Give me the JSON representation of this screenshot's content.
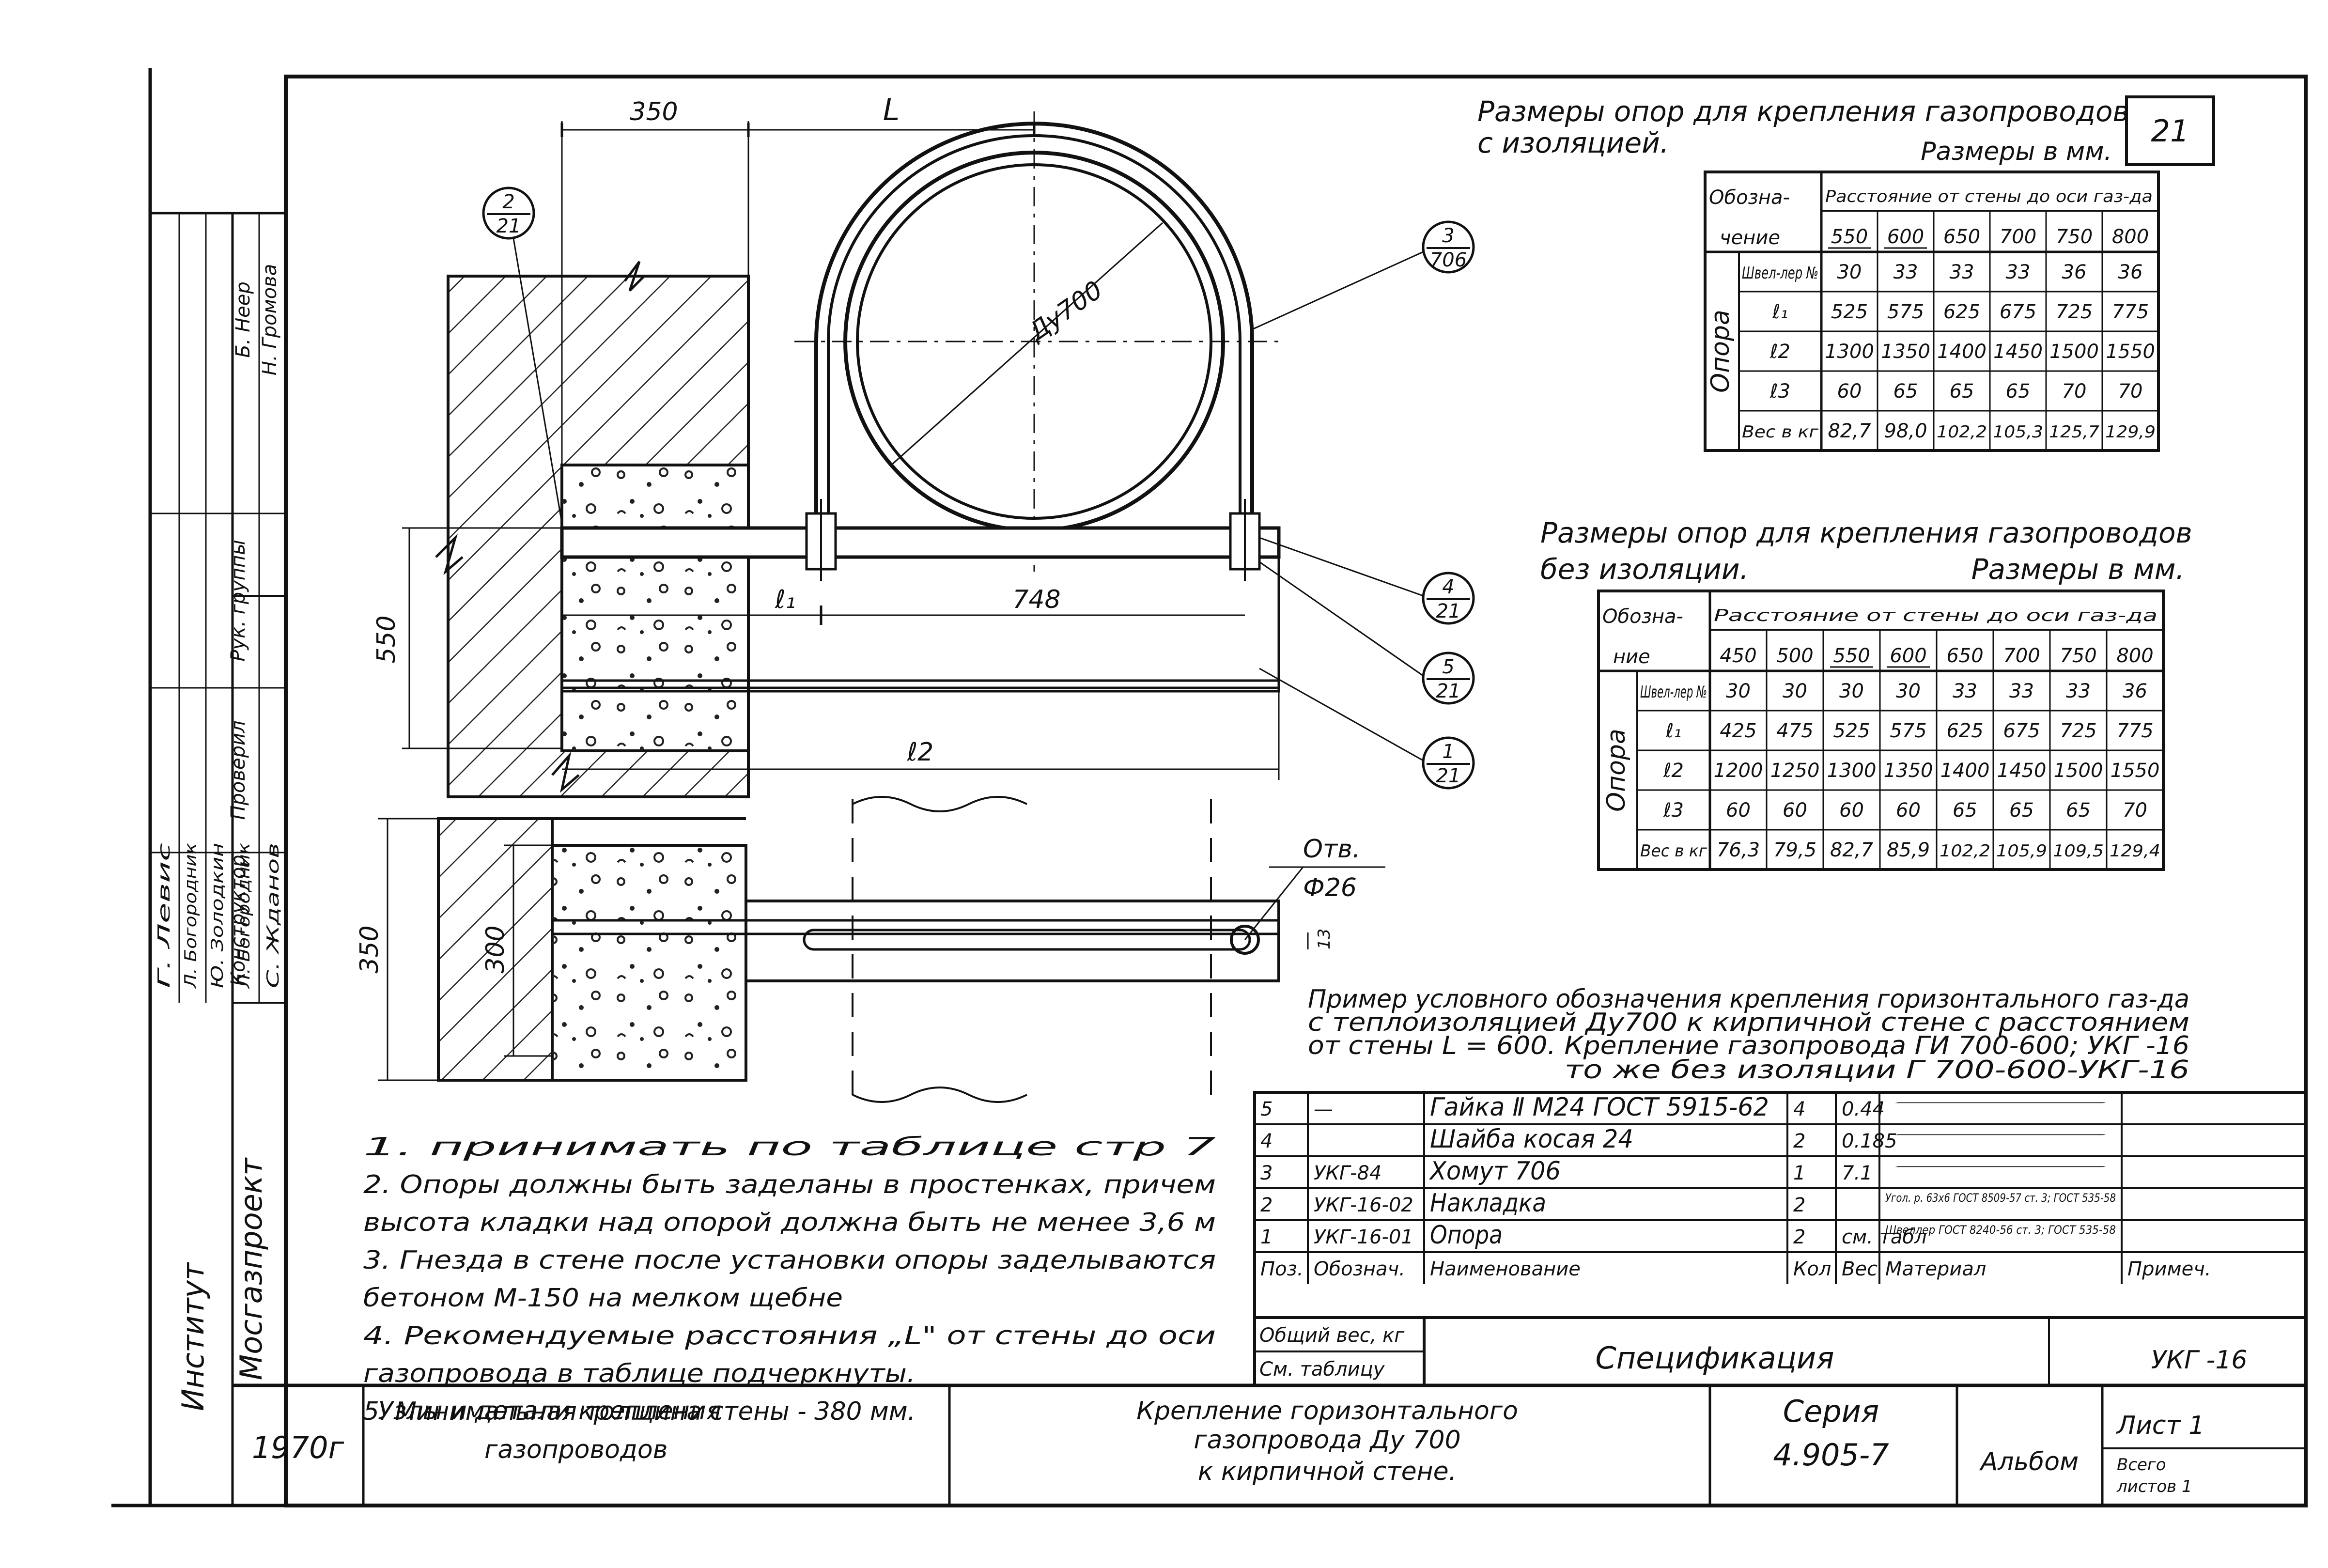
{
  "sheet_no": "21",
  "dims": {
    "top_350": "350",
    "top_L": "L",
    "dn_label": "Ду700",
    "h_550": "550",
    "l1": "ℓ₁",
    "w_748": "748",
    "l2": "ℓ2",
    "h_350": "350",
    "h_300": "300",
    "hole_label": "Отв.",
    "hole_dia": "Ф26",
    "small_13": "13"
  },
  "callouts": {
    "c2_21": {
      "top": "2",
      "bottom": "21"
    },
    "c3_706": {
      "top": "3",
      "bottom": "706"
    },
    "c4_21": {
      "top": "4",
      "bottom": "21"
    },
    "c5_21": {
      "top": "5",
      "bottom": "21"
    },
    "c1_21": {
      "top": "1",
      "bottom": "21"
    }
  },
  "table1": {
    "title_line1": "Размеры опор для крепления газопроводов",
    "title_line2": "с изоляцией.",
    "units": "Размеры в мм.",
    "col_head_left": "Обозна-",
    "col_head_left2": "чение",
    "col_head_span": "Расстояние от стены до оси газ-да",
    "distances": [
      "550",
      "600",
      "650",
      "700",
      "750",
      "800"
    ],
    "group": "Опора",
    "rows": [
      {
        "label": "Швел-лер №",
        "values": [
          "30",
          "33",
          "33",
          "33",
          "36",
          "36"
        ]
      },
      {
        "label": "ℓ₁",
        "values": [
          "525",
          "575",
          "625",
          "675",
          "725",
          "775"
        ]
      },
      {
        "label": "ℓ2",
        "values": [
          "1300",
          "1350",
          "1400",
          "1450",
          "1500",
          "1550"
        ]
      },
      {
        "label": "ℓ3",
        "values": [
          "60",
          "65",
          "65",
          "65",
          "70",
          "70"
        ]
      },
      {
        "label": "Вес в кг",
        "values": [
          "82,7",
          "98,0",
          "102,2",
          "105,3",
          "125,7",
          "129,9"
        ]
      }
    ]
  },
  "table2": {
    "title_line1": "Размеры опор для крепления газопроводов",
    "title_line2": "без изоляции.",
    "units": "Размеры в мм.",
    "col_head_left": "Обозна-",
    "col_head_left2": "ние",
    "col_head_span": "Расстояние от стены до оси газ-да",
    "distances": [
      "450",
      "500",
      "550",
      "600",
      "650",
      "700",
      "750",
      "800"
    ],
    "group": "Опора",
    "rows": [
      {
        "label": "Швел-лер №",
        "values": [
          "30",
          "30",
          "30",
          "30",
          "33",
          "33",
          "33",
          "36"
        ]
      },
      {
        "label": "ℓ₁",
        "values": [
          "425",
          "475",
          "525",
          "575",
          "625",
          "675",
          "725",
          "775"
        ]
      },
      {
        "label": "ℓ2",
        "values": [
          "1200",
          "1250",
          "1300",
          "1350",
          "1400",
          "1450",
          "1500",
          "1550"
        ]
      },
      {
        "label": "ℓ3",
        "values": [
          "60",
          "60",
          "60",
          "60",
          "65",
          "65",
          "65",
          "70"
        ]
      },
      {
        "label": "Вес в кг",
        "values": [
          "76,3",
          "79,5",
          "82,7",
          "85,9",
          "102,2",
          "105,9",
          "109,5",
          "129,4"
        ]
      }
    ]
  },
  "example": {
    "line1": "Пример условного обозначения крепления горизонтального газ-да",
    "line2": "с теплоизоляцией Ду700 к кирпичной стене с расстоянием",
    "line3": "от стены L = 600.  Крепление газопровода ГИ 700-600; УКГ -16",
    "line4": "то же без изоляции Г 700-600-УКГ-16"
  },
  "notes": [
    "1.                                    принимать по таблице стр 7",
    "2. Опоры должны быть заделаны в простенках, причем",
    "    высота кладки над опорой должна быть не менее 3,6 м",
    "3. Гнезда в стене после установки опоры заделываются",
    "    бетоном М-150 на мелком щебне",
    "4. Рекомендуемые расстояния „L\" от стены до оси",
    "    газопровода в таблице подчеркнуты.",
    "5. Минимальная толщина стены - 380 мм."
  ],
  "spec": {
    "rows": [
      {
        "pos": "5",
        "code": "—",
        "name": "Гайка Ⅱ М24 ГОСТ 5915-62",
        "qty": "4",
        "weight": "0.44",
        "material": "—"
      },
      {
        "pos": "4",
        "code": "",
        "name": "Шайба косая 24",
        "qty": "2",
        "weight": "0.185",
        "material": "—"
      },
      {
        "pos": "3",
        "code": "УКГ-84",
        "name": "Хомут 706",
        "qty": "1",
        "weight": "7.1",
        "material": "—"
      },
      {
        "pos": "2",
        "code": "УКГ-16-02",
        "name": "Накладка",
        "qty": "2",
        "weight": "",
        "material": "Угол. р. 63х6 ГОСТ 8509-57 ст. 3; ГОСТ 535-58"
      },
      {
        "pos": "1",
        "code": "УКГ-16-01",
        "name": "Опора",
        "qty": "2",
        "weight": "см. табл",
        "material": "Швеллер ГОСТ 8240-56 ст. 3; ГОСТ 535-58"
      }
    ],
    "header": {
      "pos": "Поз.",
      "code": "Обознач.",
      "name": "Наименование",
      "qty": "Кол",
      "weight": "Вес",
      "material": "Материал",
      "note": "Примеч."
    },
    "total_weight_label": "Общий вес, кг",
    "see_table": "См. таблицу",
    "title": "Спецификация",
    "code": "УКГ -16"
  },
  "title_block": {
    "year": "1970г",
    "album_title_l1": "Узлы и детали крепления",
    "album_title_l2": "газопроводов",
    "drawing_l1": "Крепление горизонтального",
    "drawing_l2": "газопровода Ду 700",
    "drawing_l3": "к кирпичной стене.",
    "series_label": "Серия",
    "series_no": "4.905-7",
    "album": "Альбом",
    "sheet_label": "Лист 1",
    "sheets_total_l1": "Всего",
    "sheets_total_l2": "листов 1"
  },
  "side_block": {
    "roles": [
      "Рук. группы",
      "Проверил",
      "Конструктор"
    ],
    "names": [
      "Г. Левис",
      "Л. Богородник",
      "Ю. Золодкин",
      "Л. Богородник",
      "С. Жданов"
    ],
    "approvers": [
      "Б. Неер",
      "Н. Громова"
    ],
    "institute": "Институт",
    "institute_name": "Мосгазпроект"
  }
}
